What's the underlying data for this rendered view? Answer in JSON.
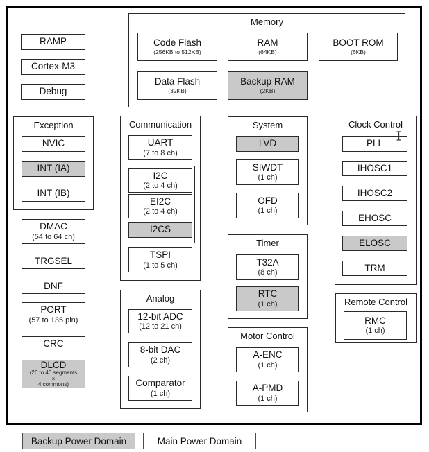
{
  "diagram": {
    "standalone": {
      "ramp": "RAMP",
      "cortex": "Cortex-M3",
      "debug": "Debug"
    },
    "memory": {
      "title": "Memory",
      "code_flash": {
        "label": "Code Flash",
        "sub": "(256KB to 512KB)"
      },
      "ram": {
        "label": "RAM",
        "sub": "(64KB)"
      },
      "boot_rom": {
        "label": "BOOT ROM",
        "sub": "(6KB)"
      },
      "data_flash": {
        "label": "Data Flash",
        "sub": "(32KB)"
      },
      "backup_ram": {
        "label": "Backup RAM",
        "sub": "(2KB)"
      }
    },
    "exception": {
      "title": "Exception",
      "nvic": "NVIC",
      "int_ia": "INT (IA)",
      "int_ib": "INT (IB)"
    },
    "left_column": {
      "dmac": {
        "label": "DMAC",
        "sub": "(54 to 64 ch)"
      },
      "trgsel": {
        "label": "TRGSEL"
      },
      "dnf": {
        "label": "DNF"
      },
      "port": {
        "label": "PORT",
        "sub": "(57 to 135 pin)"
      },
      "crc": {
        "label": "CRC"
      },
      "dlcd": {
        "label": "DLCD",
        "sub_line1": "(26 to 40 segments",
        "sub_line2": "×",
        "sub_line3": "4 commons)"
      }
    },
    "communication": {
      "title": "Communication",
      "uart": {
        "label": "UART",
        "sub": "(7 to 8 ch)"
      },
      "i2c": {
        "label": "I2C",
        "sub": "(2 to 4 ch)"
      },
      "ei2c": {
        "label": "EI2C",
        "sub": "(2 to 4 ch)"
      },
      "i2cs": {
        "label": "I2CS"
      },
      "tspi": {
        "label": "TSPI",
        "sub": "(1 to 5 ch)"
      }
    },
    "analog": {
      "title": "Analog",
      "adc": {
        "label": "12-bit ADC",
        "sub": "(12 to 21 ch)"
      },
      "dac": {
        "label": "8-bit DAC",
        "sub": "(2 ch)"
      },
      "comparator": {
        "label": "Comparator",
        "sub": "(1 ch)"
      }
    },
    "system": {
      "title": "System",
      "lvd": {
        "label": "LVD"
      },
      "siwdt": {
        "label": "SIWDT",
        "sub": "(1 ch)"
      },
      "ofd": {
        "label": "OFD",
        "sub": "(1 ch)"
      }
    },
    "timer": {
      "title": "Timer",
      "t32a": {
        "label": "T32A",
        "sub": "(8 ch)"
      },
      "rtc": {
        "label": "RTC",
        "sub": "(1 ch)"
      }
    },
    "motor": {
      "title": "Motor Control",
      "a_enc": {
        "label": "A-ENC",
        "sub": "(1 ch)"
      },
      "a_pmd": {
        "label": "A-PMD",
        "sub": "(1 ch)"
      }
    },
    "clock": {
      "title": "Clock Control",
      "pll": "PLL",
      "ihosc1": "IHOSC1",
      "ihosc2": "IHOSC2",
      "ehosc": "EHOSC",
      "elosc": "ELOSC",
      "trm": "TRM"
    },
    "remote": {
      "title": "Remote Control",
      "rmc": {
        "label": "RMC",
        "sub": "(1 ch)"
      }
    },
    "legend": {
      "backup": "Backup Power Domain",
      "main": "Main Power Domain"
    },
    "colors": {
      "backup_domain_fill": "#c9c9c9",
      "main_domain_fill": "#ffffff",
      "block_border": "#2b2b2b",
      "outer_border": "#000000"
    }
  }
}
